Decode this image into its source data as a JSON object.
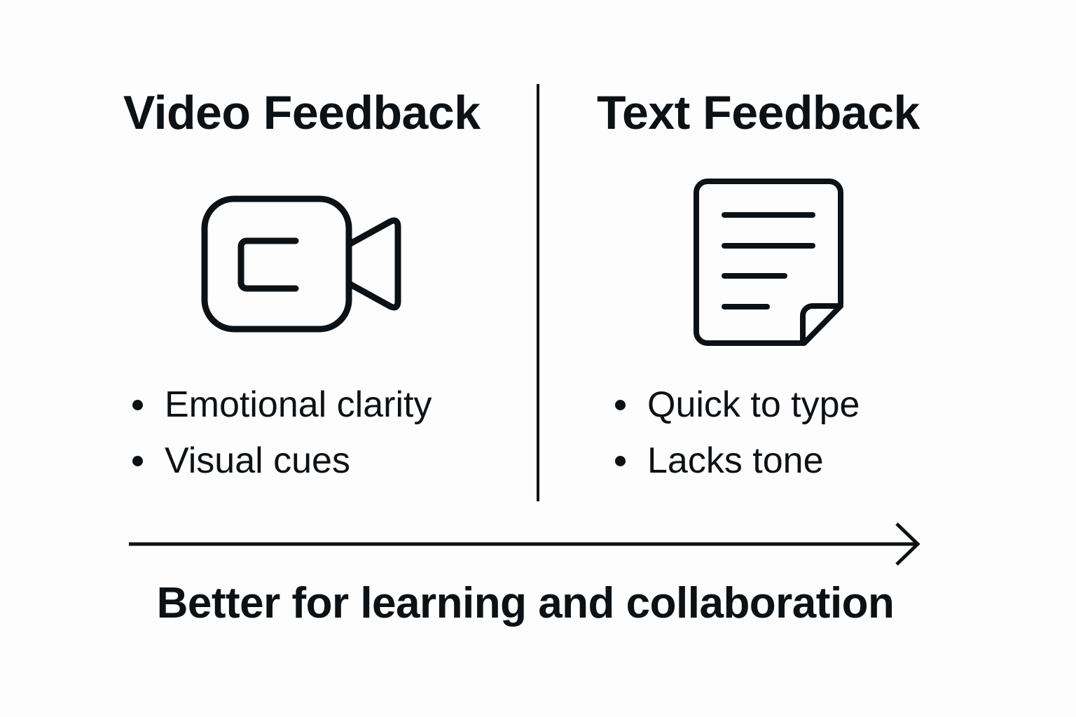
{
  "left_panel": {
    "title": "Video Feedback",
    "icon": "video-camera-icon",
    "bullets": [
      "Emotional clarity",
      "Visual cues"
    ]
  },
  "right_panel": {
    "title": "Text Feedback",
    "icon": "document-icon",
    "bullets": [
      "Quick to type",
      "Lacks tone"
    ]
  },
  "arrow": {
    "direction": "right",
    "caption": "Better for learning and collaboration"
  },
  "colors": {
    "ink": "#0e1114",
    "background": "#fdfdfd"
  }
}
